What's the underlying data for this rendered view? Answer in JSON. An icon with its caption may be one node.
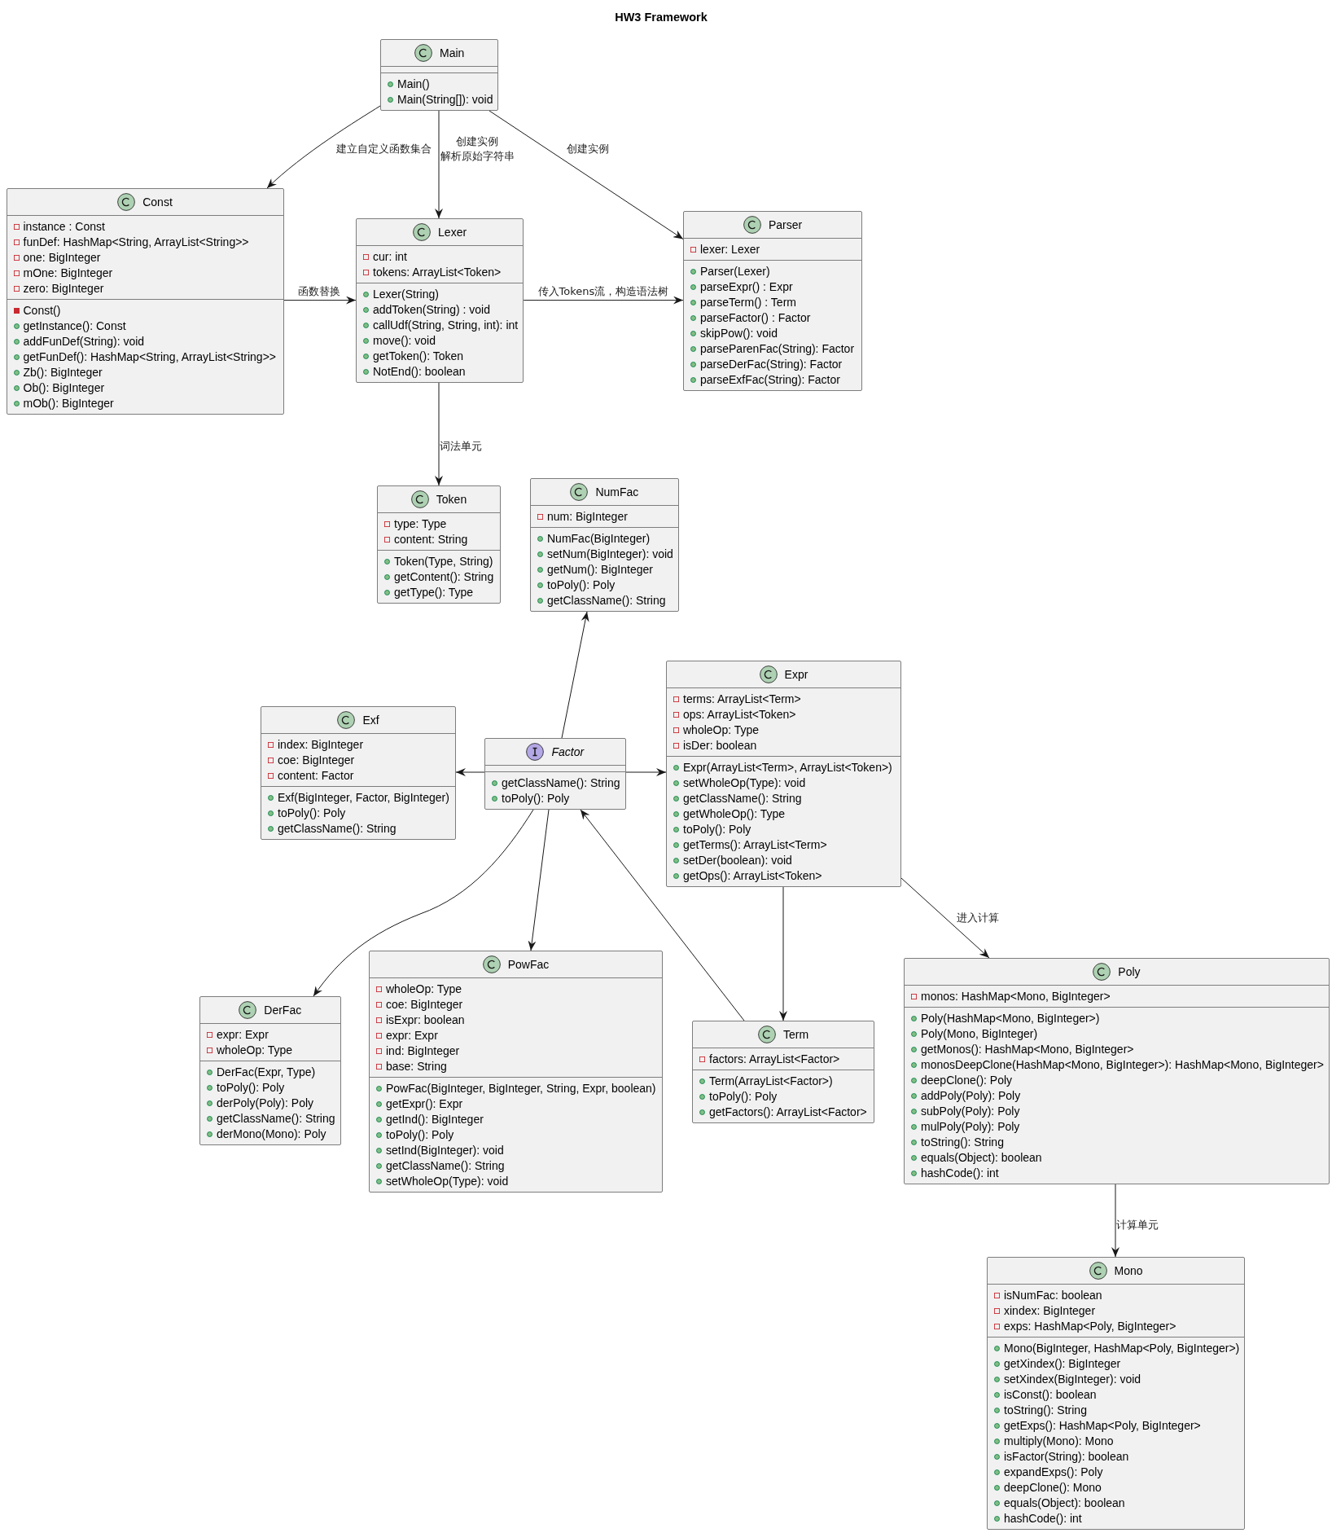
{
  "diagram": {
    "title": "HW3 Framework",
    "nodes": [
      {
        "text": [
          "Main",
          "Main()",
          "Main(String[]): void"
        ]
      },
      {
        "text": [
          "Const",
          "instance : Const",
          "funDef: HashMap<String, ArrayList<String>>",
          "one: BigInteger",
          "mOne: BigInteger",
          "zero: BigInteger",
          "Const()",
          "getInstance(): Const",
          "addFunDef(String): void",
          "getFunDef(): HashMap<String, ArrayList<String>>",
          "Zb(): BigInteger",
          "Ob(): BigInteger",
          "mOb(): BigInteger"
        ]
      },
      {
        "text": [
          "Lexer",
          "cur: int",
          "tokens: ArrayList<Token>",
          "Lexer(String)",
          "addToken(String) : void",
          "callUdf(String, String, int): int",
          "move(): void",
          "getToken(): Token",
          "NotEnd(): boolean"
        ]
      },
      {
        "text": [
          "Parser",
          "lexer: Lexer",
          "Parser(Lexer)",
          "parseExpr() : Expr",
          "parseTerm() : Term",
          "parseFactor() : Factor",
          "skipPow(): void",
          "parseParenFac(String): Factor",
          "parseDerFac(String): Factor",
          "parseExfFac(String): Factor"
        ]
      },
      {
        "text": [
          "Token",
          "type: Type",
          "content: String",
          "Token(Type, String)",
          "getContent(): String",
          "getType(): Type"
        ]
      },
      {
        "text": [
          "NumFac",
          "num: BigInteger",
          "NumFac(BigInteger)",
          "setNum(BigInteger): void",
          "getNum(): BigInteger",
          "toPoly(): Poly",
          "getClassName(): String"
        ]
      },
      {
        "text": [
          "Exf",
          "index: BigInteger",
          "coe: BigInteger",
          "content: Factor",
          "Exf(BigInteger, Factor, BigInteger)",
          "toPoly(): Poly",
          "getClassName(): String"
        ]
      },
      {
        "text": [
          "Factor",
          "getClassName(): String",
          "toPoly(): Poly"
        ]
      },
      {
        "text": [
          "Expr",
          "terms: ArrayList<Term>",
          "ops: ArrayList<Token>",
          "wholeOp: Type",
          "isDer: boolean",
          "Expr(ArrayList<Term>, ArrayList<Token>)",
          "setWholeOp(Type): void",
          "getClassName(): String",
          "getWholeOp(): Type",
          "toPoly(): Poly",
          "getTerms(): ArrayList<Term>",
          "setDer(boolean): void",
          "getOps(): ArrayList<Token>"
        ]
      },
      {
        "text": [
          "DerFac",
          "expr: Expr",
          "wholeOp: Type",
          "DerFac(Expr, Type)",
          "toPoly(): Poly",
          "derPoly(Poly): Poly",
          "getClassName(): String",
          "derMono(Mono): Poly"
        ]
      },
      {
        "text": [
          "PowFac",
          "wholeOp: Type",
          "coe: BigInteger",
          "isExpr: boolean",
          "expr: Expr",
          "ind: BigInteger",
          "base: String",
          "PowFac(BigInteger, BigInteger, String, Expr, boolean)",
          "getExpr(): Expr",
          "getInd(): BigInteger",
          "toPoly(): Poly",
          "setInd(BigInteger): void",
          "getClassName(): String",
          "setWholeOp(Type): void"
        ]
      },
      {
        "text": [
          "Term",
          "factors: ArrayList<Factor>",
          "Term(ArrayList<Factor>)",
          "toPoly(): Poly",
          "getFactors(): ArrayList<Factor>"
        ]
      },
      {
        "text": [
          "Poly",
          "monos: HashMap<Mono, BigInteger>",
          "Poly(HashMap<Mono, BigInteger>)",
          "Poly(Mono, BigInteger)",
          "getMonos(): HashMap<Mono, BigInteger>",
          "monosDeepClone(HashMap<Mono, BigInteger>): HashMap<Mono, BigInteger>",
          "deepClone(): Poly",
          "addPoly(Poly): Poly",
          "subPoly(Poly): Poly",
          "mulPoly(Poly): Poly",
          "toString(): String",
          "equals(Object): boolean",
          "hashCode(): int"
        ]
      },
      {
        "text": [
          "Mono",
          "isNumFac: boolean",
          "xindex: BigInteger",
          "exps: HashMap<Poly, BigInteger>",
          "Mono(BigInteger, HashMap<Poly, BigInteger>)",
          "getXindex(): BigInteger",
          "setXindex(BigInteger): void",
          "isConst(): boolean",
          "toString(): String",
          "getExps(): HashMap<Poly, BigInteger>",
          "multiply(Mono): Mono",
          "isFactor(String): boolean",
          "expandExps(): Poly",
          "deepClone(): Mono",
          "equals(Object): boolean",
          "hashCode(): int"
        ]
      }
    ],
    "edges": [
      {
        "from": 0,
        "to": 1,
        "label": "建立自定义函数集合",
        "arrow": "to"
      },
      {
        "from": 0,
        "to": 2,
        "label": "创建实例解析原始字符串",
        "arrow": "to"
      },
      {
        "from": 0,
        "to": 3,
        "label": "创建实例",
        "arrow": "to"
      },
      {
        "from": 1,
        "to": 2,
        "label": "函数替换",
        "arrow": "to"
      },
      {
        "from": 2,
        "to": 3,
        "label": "传入Tokens流，构造语法树",
        "arrow": "to"
      },
      {
        "from": 2,
        "to": 4,
        "label": "词法单元",
        "arrow": "to"
      },
      {
        "from": 7,
        "to": 5,
        "arrow": "to"
      },
      {
        "from": 7,
        "to": 6,
        "arrow": "to"
      },
      {
        "from": 7,
        "to": 8,
        "arrow": "to"
      },
      {
        "from": 7,
        "to": 9,
        "arrow": "to"
      },
      {
        "from": 7,
        "to": 10,
        "arrow": "to"
      },
      {
        "from": 11,
        "to": 7,
        "arrow": "to"
      },
      {
        "from": 8,
        "to": 11,
        "arrow": "to"
      },
      {
        "from": 8,
        "to": 12,
        "label": "进入计算",
        "arrow": "to"
      },
      {
        "from": 12,
        "to": 13,
        "label": "计算单元",
        "arrow": "to"
      }
    ]
  }
}
